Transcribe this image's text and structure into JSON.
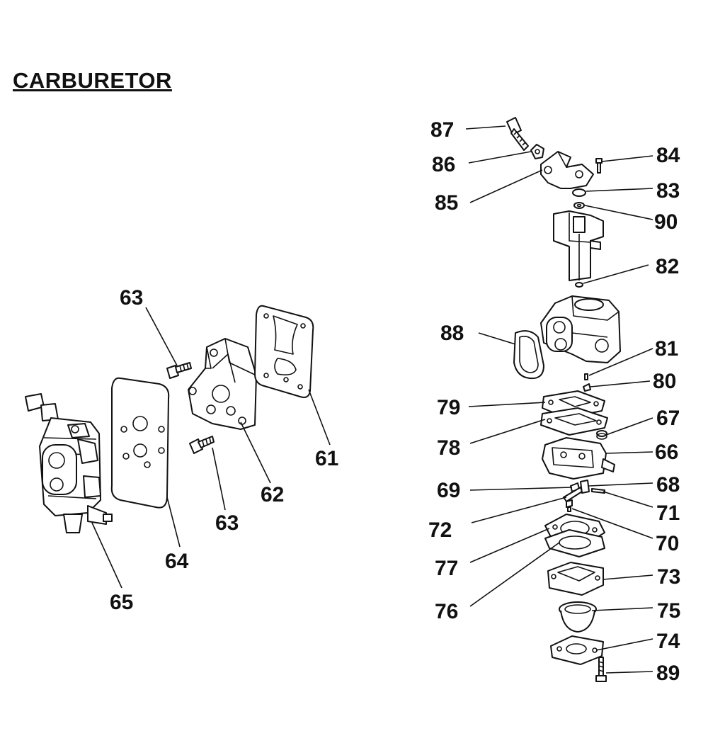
{
  "title": "CARBURETOR",
  "callouts": {
    "l61": "61",
    "l62": "62",
    "l63a": "63",
    "l63b": "63",
    "l64": "64",
    "l65": "65",
    "l66": "66",
    "l67": "67",
    "l68": "68",
    "l69": "69",
    "l70": "70",
    "l71": "71",
    "l72": "72",
    "l73": "73",
    "l74": "74",
    "l75": "75",
    "l76": "76",
    "l77": "77",
    "l78": "78",
    "l79": "79",
    "l80": "80",
    "l81": "81",
    "l82": "82",
    "l83": "83",
    "l84": "84",
    "l85": "85",
    "l86": "86",
    "l87": "87",
    "l88": "88",
    "l89": "89",
    "l90": "90"
  }
}
